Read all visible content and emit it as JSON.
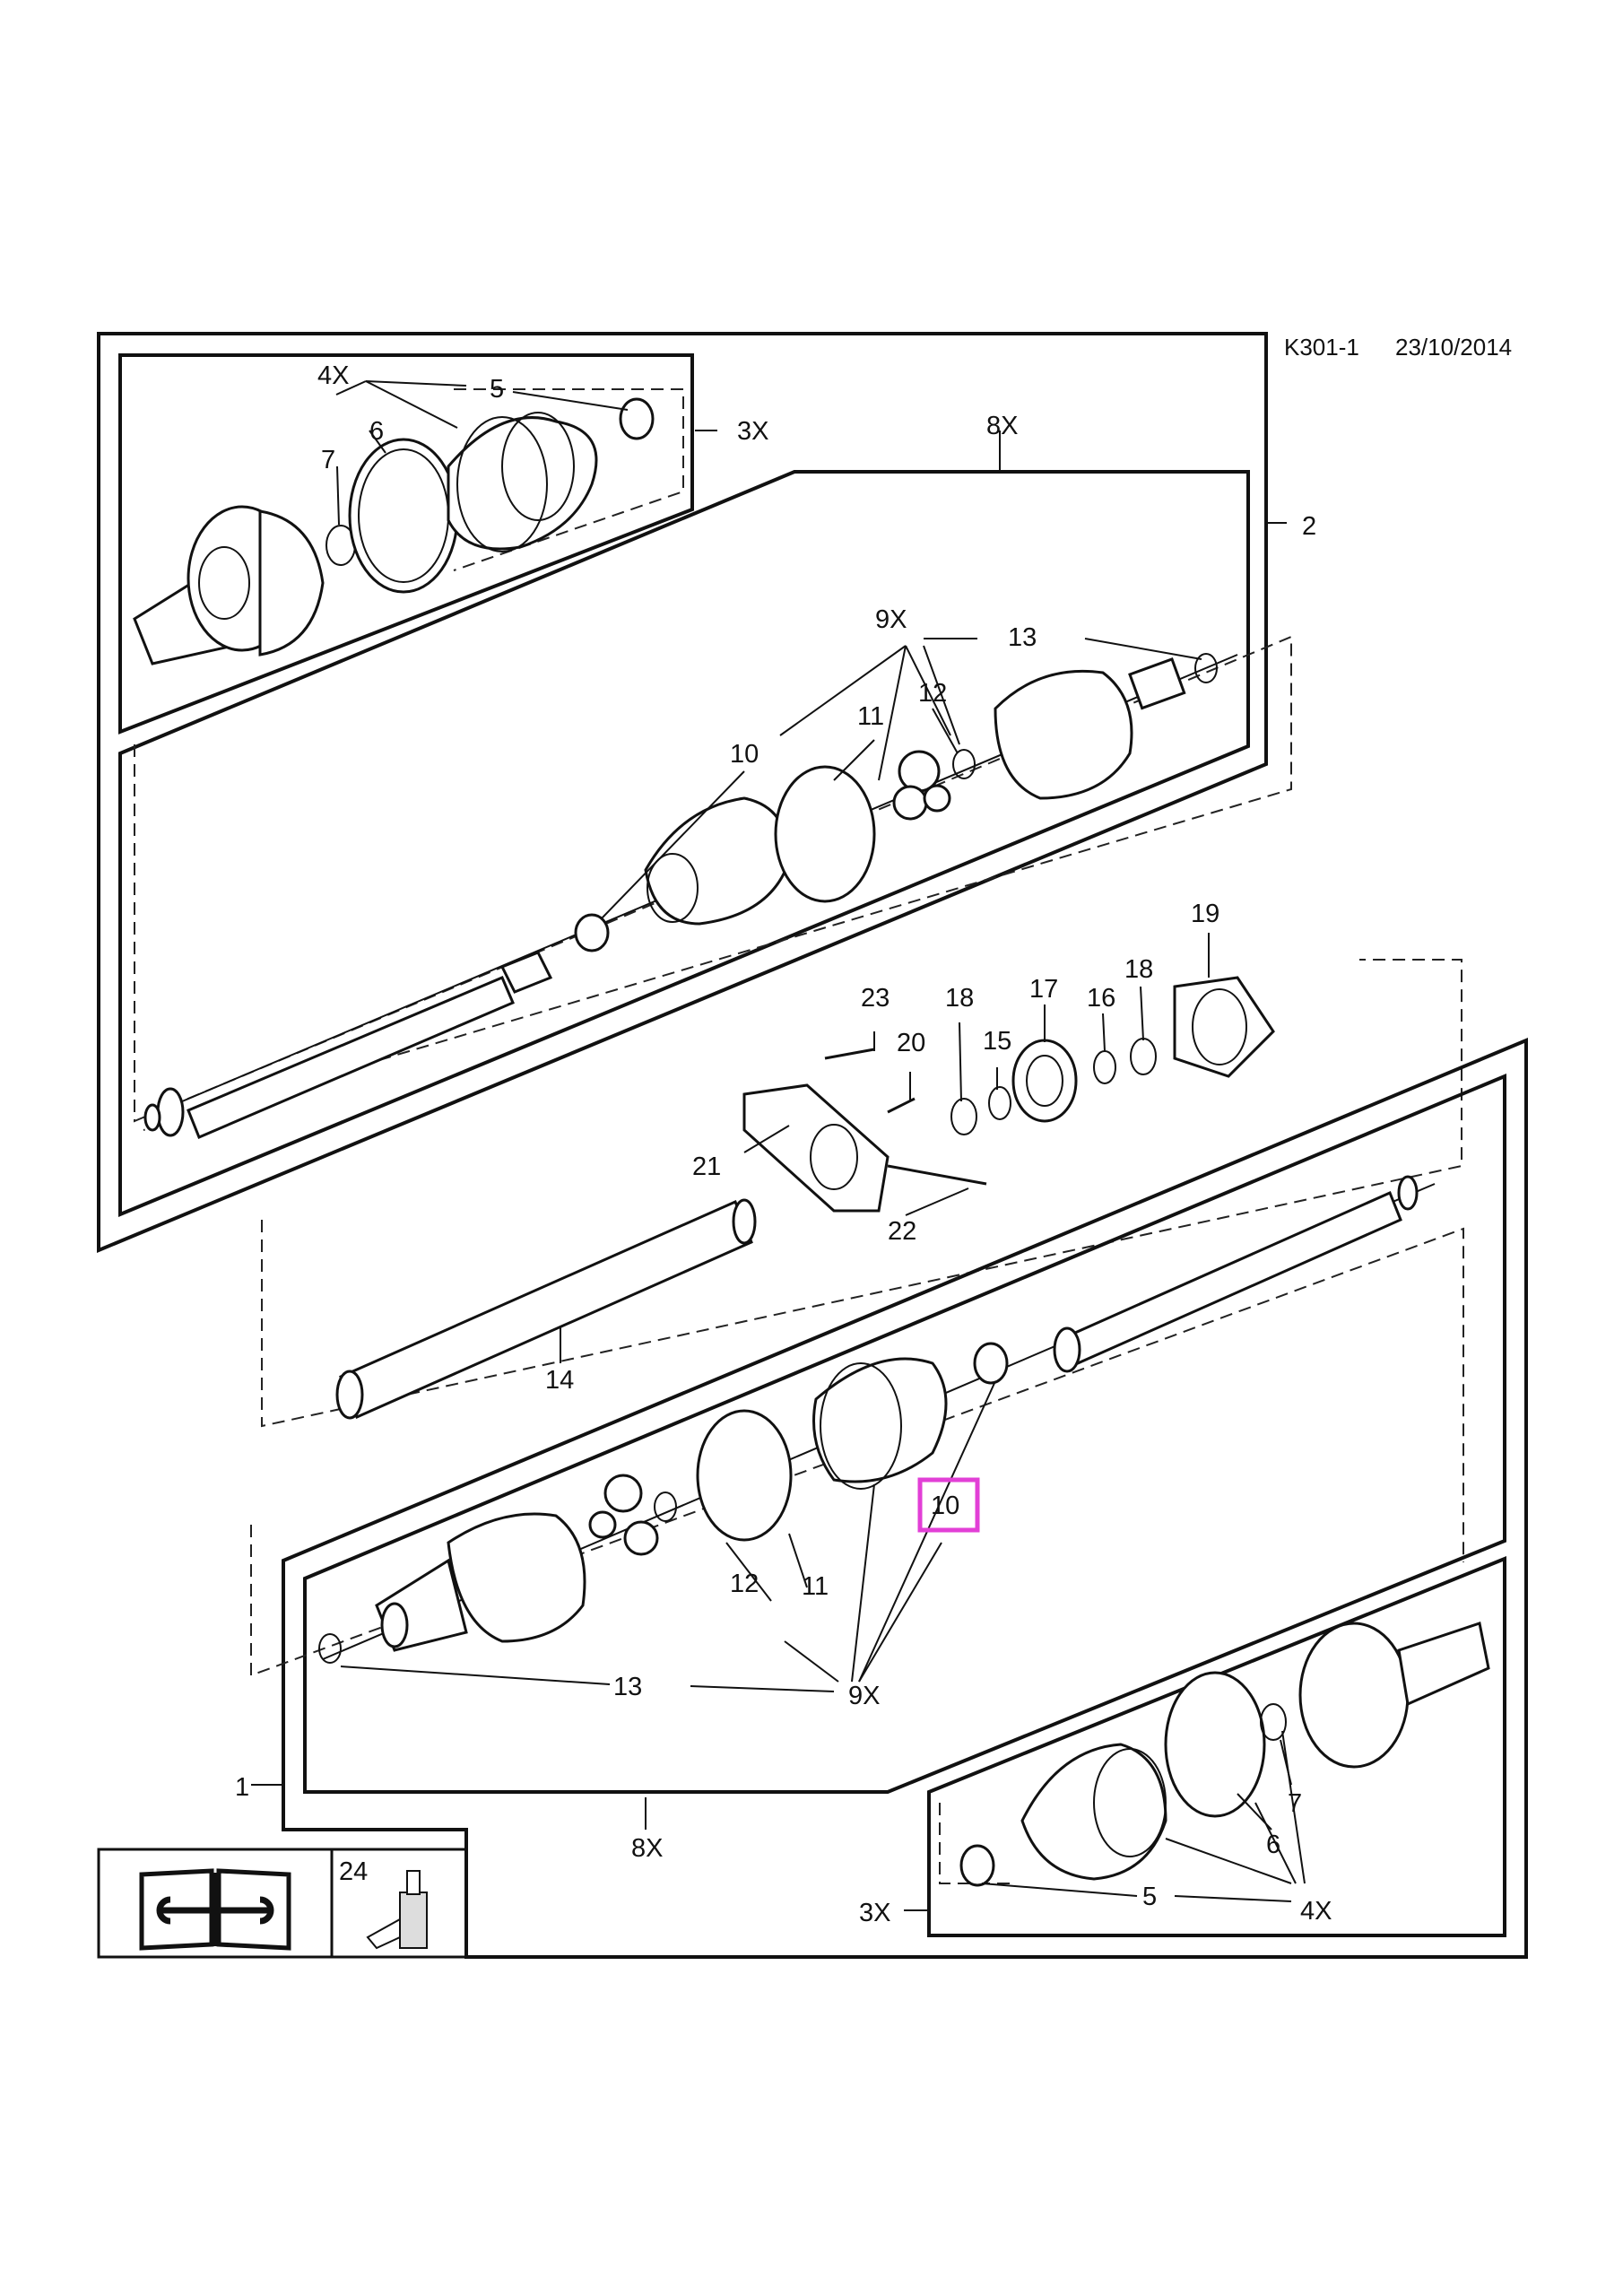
{
  "header": {
    "code": "K301-1",
    "date": "23/10/2014"
  },
  "highlight_color": "#e23fd6",
  "callouts": {
    "c1": "1",
    "c2": "2",
    "c3x_top": "3X",
    "c3x_bot": "3X",
    "c4x_top": "4X",
    "c4x_bot": "4X",
    "c5_top": "5",
    "c5_bot": "5",
    "c6_top": "6",
    "c6_bot": "6",
    "c7_top": "7",
    "c7_bot": "7",
    "c8x_top": "8X",
    "c8x_bot": "8X",
    "c9x_top": "9X",
    "c9x_bot": "9X",
    "c10_top": "10",
    "c10_bot": "10",
    "c11_top": "11",
    "c11_bot": "11",
    "c12_top": "12",
    "c12_bot": "12",
    "c13_top": "13",
    "c13_bot": "13",
    "c14": "14",
    "c15": "15",
    "c16": "16",
    "c17": "17",
    "c18a": "18",
    "c18b": "18",
    "c19": "19",
    "c20": "20",
    "c21": "21",
    "c22": "22",
    "c23": "23",
    "c24": "24"
  },
  "icons": {
    "manual": "service-manual-icon",
    "grease": "grease-tube-icon"
  }
}
